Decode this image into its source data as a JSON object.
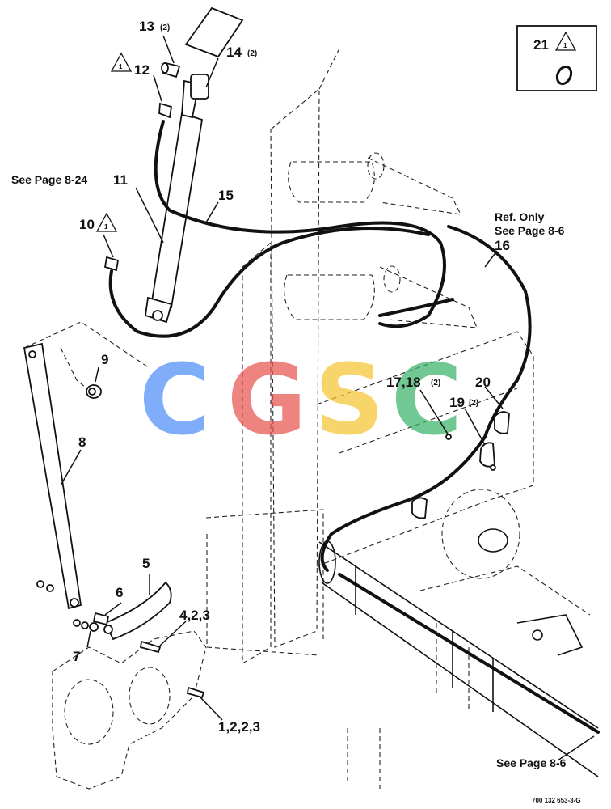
{
  "callouts": {
    "p13": "13",
    "p13_qty": "(2)",
    "p14": "14",
    "p14_qty": "(2)",
    "p12": "12",
    "p12_note": "1",
    "p11": "11",
    "p11_ref": "See Page 8-24",
    "p15": "15",
    "p10": "10",
    "p10_note": "1",
    "p16": "16",
    "p16_ref_line1": "Ref. Only",
    "p16_ref_line2": "See Page 8-6",
    "p9": "9",
    "p8": "8",
    "p17_18": "17,18",
    "p17_18_qty": "(2)",
    "p20": "20",
    "p19": "19",
    "p19_qty": "(2)",
    "p5": "5",
    "p6": "6",
    "p4": "4,2,3",
    "p7": "7",
    "p1": "1,2,2,3",
    "bottom_ref": "See Page 8-6",
    "p21": "21",
    "p21_note": "1"
  },
  "watermark": {
    "letters": [
      "C",
      "G",
      "S",
      "C"
    ],
    "colors": [
      "#4f8ef7",
      "#e8554e",
      "#f6c533",
      "#3db36a"
    ]
  },
  "drawing_code": "700 132 653-3-G"
}
